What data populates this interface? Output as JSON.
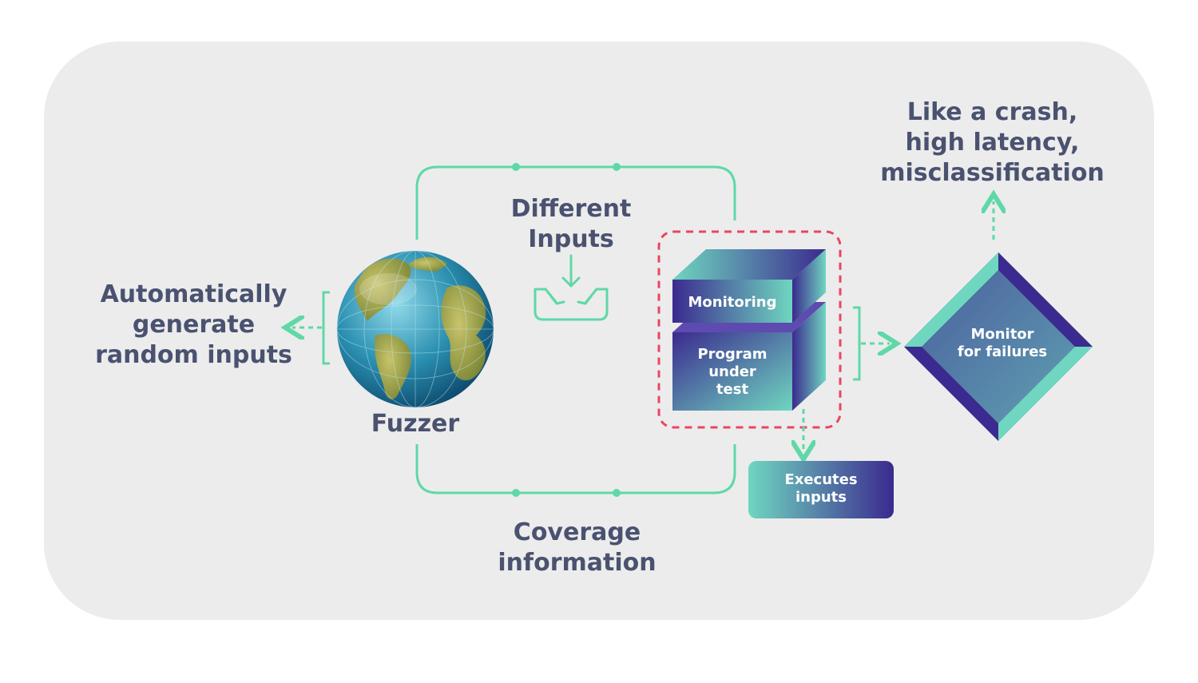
{
  "labels": {
    "auto_gen": [
      "Automatically",
      "generate",
      "random inputs"
    ],
    "fuzzer": "Fuzzer",
    "different_inputs": [
      "Different",
      "Inputs"
    ],
    "coverage": [
      "Coverage",
      "information"
    ],
    "failures_examples": [
      "Like a crash,",
      "high latency,",
      "misclassification"
    ],
    "monitoring": "Monitoring",
    "program": [
      "Program",
      "under",
      "test"
    ],
    "executes": [
      "Executes",
      "inputs"
    ],
    "monitor_failures": [
      "Monitor",
      "for failures"
    ]
  },
  "colors": {
    "panel": "#ececec",
    "accent": "#5fd8a8",
    "text": "#4a5270",
    "dashed_box": "#e8475f",
    "indigo": "#3b2a8f",
    "teal": "#6fd6c0"
  }
}
